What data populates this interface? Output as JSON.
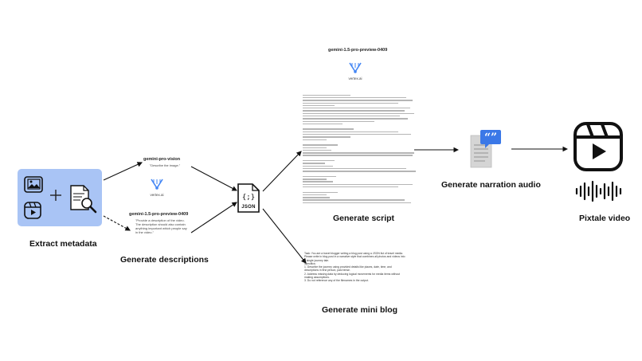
{
  "extract": {
    "label": "Extract metadata"
  },
  "descriptions": {
    "label": "Generate descriptions",
    "model_top": {
      "name": "gemini-pro-vision",
      "prompt": "\"Describe the image.\""
    },
    "vertex_label": "vertex.ai",
    "model_bottom": {
      "name": "gemini-1.5-pro-preview-0409",
      "prompt": "\"Provide a description of the video. The description should also contain anything important which people say in the video.\""
    }
  },
  "json_file": {
    "label": "JSON"
  },
  "script": {
    "label": "Generate  script",
    "model": "gemini-1.5-pro-preview-0409",
    "vertex_label": "vertex.ai"
  },
  "blog": {
    "label": "Generate mini blog",
    "lines": [
      "Task: You are a travel blogger writing a blog post using a JSON list of travel media.",
      "Please write in blog post in a narrative style that combines all photos and videos into",
      "a single journey tale.",
      "Specifics:",
      "1.  Describe the journey using provided details like places, date, time, and",
      "descriptions in first person, past tense.",
      "2. Address missing data by deducing logical movements for media items without",
      "making assumptions.",
      "3. Do not reference any of the filenames in the output."
    ]
  },
  "narration": {
    "label": "Generate narration audio"
  },
  "video": {
    "label": "Pixtale video"
  },
  "colors": {
    "metadata_box": "#a9c4f5",
    "arrow": "#111111",
    "vertex_blue": "#4285f4",
    "tts_blue": "#3b78e7"
  }
}
